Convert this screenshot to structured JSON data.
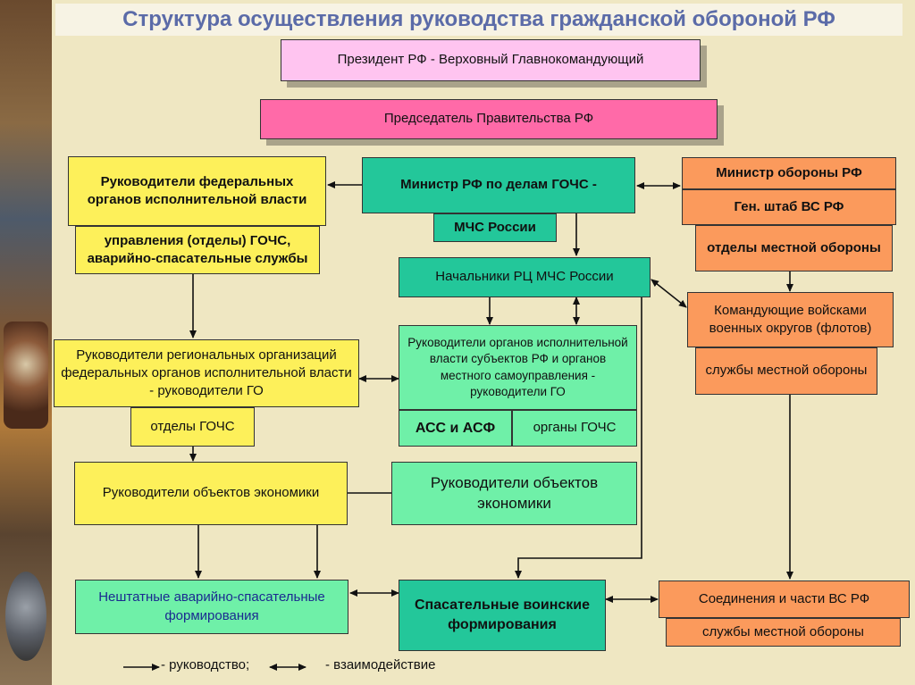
{
  "title": "Структура осуществления руководства гражданской обороной РФ",
  "nodes": {
    "president": "Президент РФ - Верховный Главнокомандующий",
    "chairman": "Председатель Правительства РФ",
    "federal_heads": "Руководители федеральных органов исполнительной власти",
    "federal_depts": "управления (отделы) ГОЧС, аварийно-спасательные службы",
    "minister_mchs": "Министр РФ по делам ГОЧС -",
    "mchs_russia": "МЧС России",
    "minister_defense": "Министр обороны РФ",
    "gen_staff": "Ген. штаб ВС РФ",
    "local_defense_depts": "отделы местной обороны",
    "rc_heads": "Начальники РЦ  МЧС России",
    "district_commanders": "Командующие войсками военных округов (флотов)",
    "local_defense_services": "службы местной обороны",
    "regional_heads": "Руководители региональных организаций федеральных органов исполнительной власти - руководители ГО",
    "gochs_depts": "отделы ГОЧС",
    "subject_heads": "Руководители органов исполнительной власти субъектов РФ и органов местного самоуправления - руководители ГО",
    "ass_asf": "АСС и АСФ",
    "gochs_bodies": "органы ГОЧС",
    "econ_heads_left": "Руководители  объектов экономики",
    "econ_heads_mid": "Руководители  объектов экономики",
    "nonstaff_units": "Нештатные аварийно-спасательные формирования",
    "rescue_military": "Спасательные воинские формирования",
    "armed_forces_units": "Соединения и части ВС РФ",
    "local_defense_services_2": "службы местной обороны"
  },
  "legend": {
    "command": "- руководство;",
    "interaction": "- взаимодействие"
  },
  "colors": {
    "title": "#5b6ba8",
    "yellow": "#fdf05a",
    "teal": "#23c79a",
    "light_green": "#6ff0a8",
    "orange": "#fb9a5c",
    "pink": "#ffc4f0",
    "magenta": "#ff6aa8"
  }
}
